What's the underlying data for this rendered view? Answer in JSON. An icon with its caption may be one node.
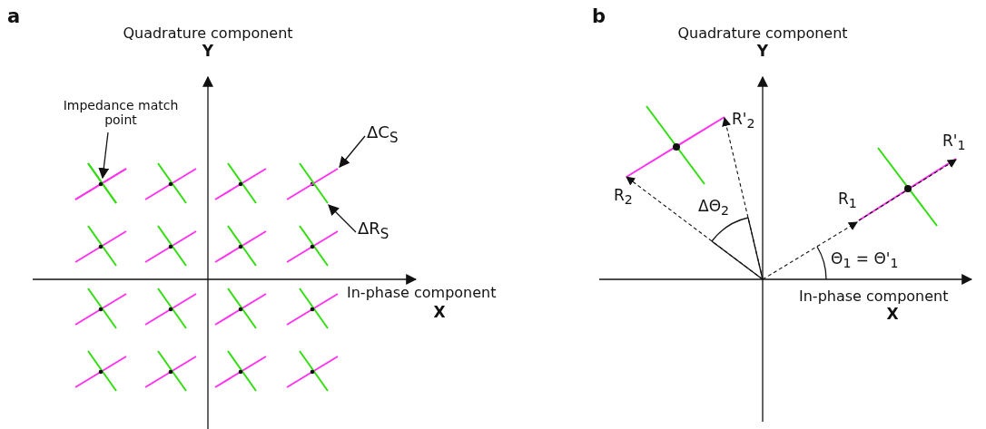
{
  "diagram": {
    "nodes": [
      {
        "text": [
          "Impedance match point"
        ]
      },
      {
        "text": [],
        "shape": "circle"
      },
      {
        "text": [
          "ΔC$_{S}$"
        ]
      },
      {
        "text": [],
        "shape": "line"
      },
      {
        "text": [
          "ΔR$_{S}$"
        ]
      },
      {
        "text": [],
        "shape": "line"
      }
    ],
    "edges": [
      {
        "from": 0,
        "to": 1,
        "arrow": "to"
      },
      {
        "from": 2,
        "to": 3,
        "arrow": "to"
      },
      {
        "from": 4,
        "to": 5,
        "arrow": "to"
      }
    ],
    "labels": [
      "a",
      "Quadrature component",
      "Y",
      "In-phase component",
      "X",
      "b",
      "Quadrature component",
      "Y",
      "R'$_{2}$",
      "R$_{2}$",
      "ΔΘ$_{2}$",
      "R'$_{1}$",
      "R$_{1}$",
      "Θ$_{1}$ = Θ'$_{1}$",
      "In-phase component",
      "X"
    ]
  }
}
